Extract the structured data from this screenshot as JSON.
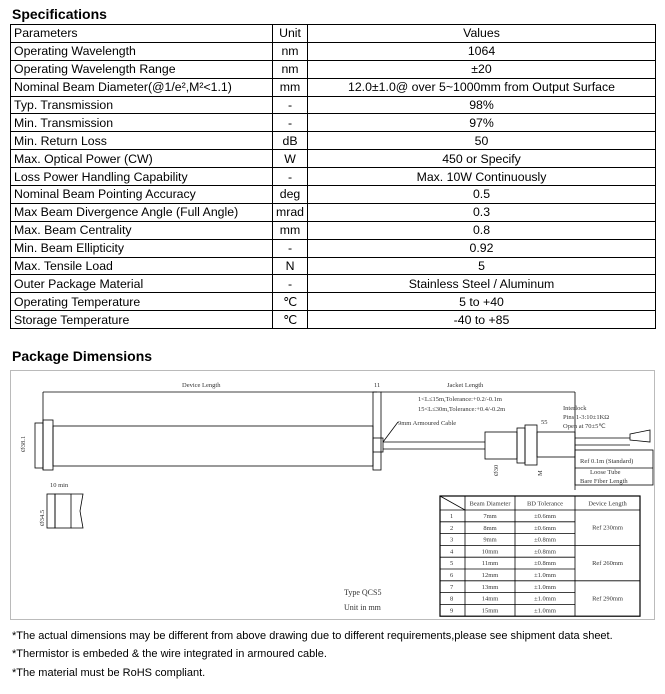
{
  "spec_title": "Specifications",
  "headers": {
    "param": "Parameters",
    "unit": "Unit",
    "value": "Values"
  },
  "rows": [
    {
      "param": "Operating Wavelength",
      "unit": "nm",
      "value": "1064"
    },
    {
      "param": "Operating Wavelength Range",
      "unit": "nm",
      "value": "±20"
    },
    {
      "param": "Nominal Beam Diameter(@1/e²,M²<1.1)",
      "unit": "mm",
      "value": "12.0±1.0@ over 5~1000mm from Output Surface"
    },
    {
      "param": "Typ. Transmission",
      "unit": "-",
      "value": "98%"
    },
    {
      "param": "Min. Transmission",
      "unit": "-",
      "value": "97%"
    },
    {
      "param": "Min. Return Loss",
      "unit": "dB",
      "value": "50"
    },
    {
      "param": "Max. Optical Power (CW)",
      "unit": "W",
      "value": "450 or Specify"
    },
    {
      "param": "Loss Power Handling Capability",
      "unit": "-",
      "value": "Max. 10W Continuously"
    },
    {
      "param": "Nominal Beam Pointing Accuracy",
      "unit": "deg",
      "value": "0.5"
    },
    {
      "param": "Max Beam Divergence Angle (Full Angle)",
      "unit": "mrad",
      "value": "0.3"
    },
    {
      "param": "Max. Beam Centrality",
      "unit": "mm",
      "value": "0.8"
    },
    {
      "param": "Min. Beam Ellipticity",
      "unit": "-",
      "value": "0.92"
    },
    {
      "param": "Max. Tensile Load",
      "unit": "N",
      "value": "5"
    },
    {
      "param": "Outer Package Material",
      "unit": "-",
      "value": "Stainless Steel / Aluminum"
    },
    {
      "param": "Operating Temperature",
      "unit": "℃",
      "value": "5 to +40"
    },
    {
      "param": "Storage Temperature",
      "unit": "℃",
      "value": "-40 to +85"
    }
  ],
  "pkg_title": "Package Dimensions",
  "drawing": {
    "device_length": "Device Length",
    "d11": "11",
    "jacket_length": "Jacket Length",
    "tol1": "1<L≤15m,Tolerance:+0.2/-0.1m",
    "tol2": "15<L≤30m,Tolerance:+0.4/-0.2m",
    "armoured": "9mm Armoured Cable",
    "d55": "55",
    "interlock": "Interlock",
    "pins": "Pins 1-3:10±1KΩ",
    "open": "Open at 70±5℃",
    "ref01": "Ref 0.1m (Standard)",
    "loose": "Loose Tube",
    "bare": "Bare Fiber Length",
    "tenmin": "10 min",
    "dia1": "Ø38.1",
    "dia2": "Ø34.5",
    "dia3": "Ø30",
    "dia4": "M",
    "type": "Type QCS5",
    "unit": "Unit in mm",
    "table_headers": [
      "Beam Diameter",
      "BD Tolerance",
      "Device Length"
    ],
    "table_rows": [
      [
        "1",
        "7mm",
        "±0.6mm"
      ],
      [
        "2",
        "8mm",
        "±0.6mm"
      ],
      [
        "3",
        "9mm",
        "±0.8mm"
      ],
      [
        "4",
        "10mm",
        "±0.8mm"
      ],
      [
        "5",
        "11mm",
        "±0.8mm"
      ],
      [
        "6",
        "12mm",
        "±1.0mm"
      ],
      [
        "7",
        "13mm",
        "±1.0mm"
      ],
      [
        "8",
        "14mm",
        "±1.0mm"
      ],
      [
        "9",
        "15mm",
        "±1.0mm"
      ]
    ],
    "lengths": [
      "Ref 230mm",
      "Ref 260mm",
      "Ref 290mm"
    ]
  },
  "notes": [
    "*The actual dimensions may be different from above drawing due to different requirements,please see shipment data sheet.",
    "*Thermistor is embeded & the wire integrated in armoured cable.",
    "*The material must be RoHS compliant."
  ]
}
